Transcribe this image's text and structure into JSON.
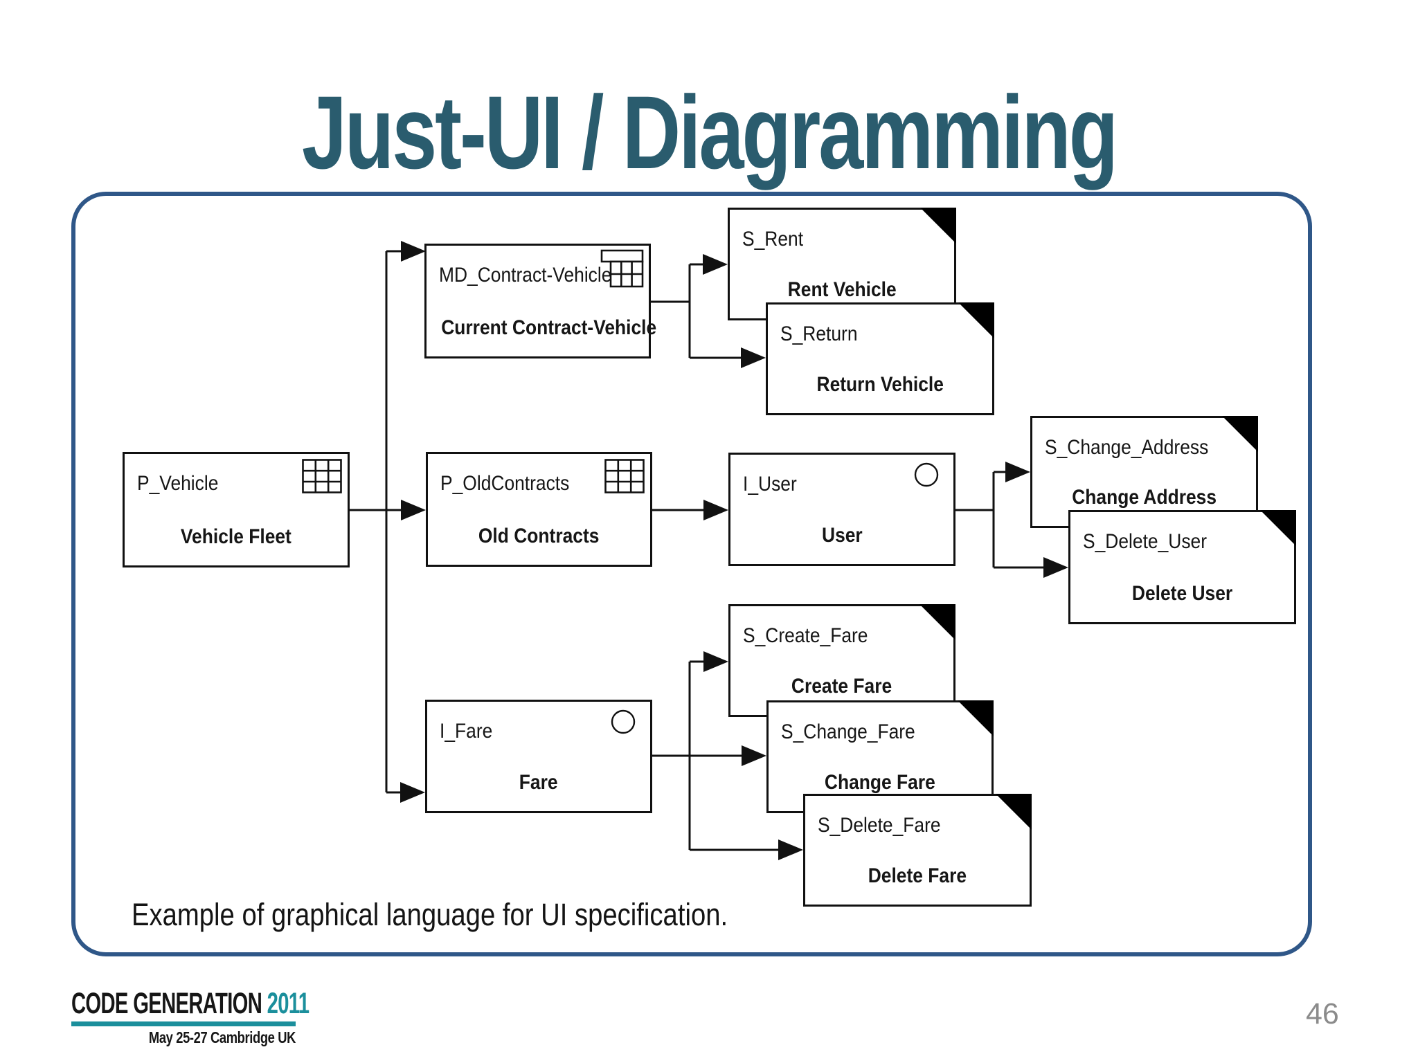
{
  "slide": {
    "title": "Just-UI / Diagramming",
    "caption": "Example of graphical language for UI specification.",
    "page_number": "46"
  },
  "logo": {
    "line1": "CODE GENERATION",
    "year": "2011",
    "line2": "May 25-27 Cambridge UK"
  },
  "colors": {
    "title_teal": "#2A5C6E",
    "frame_border_blue": "#2F5788",
    "logo_teal": "#1B8F9C",
    "diagram_ink": "#111111",
    "page_number_gray": "#8B8B8B"
  },
  "diagram": {
    "nodes": [
      {
        "id": "md_contract_vehicle",
        "name": "MD_Contract-Vehicle",
        "title": "Current Contract-Vehicle",
        "icon": "master-detail-table-icon"
      },
      {
        "id": "s_rent",
        "name": "S_Rent",
        "title": "Rent Vehicle",
        "icon": "folded-corner-icon"
      },
      {
        "id": "s_return",
        "name": "S_Return",
        "title": "Return Vehicle",
        "icon": "folded-corner-icon"
      },
      {
        "id": "p_vehicle",
        "name": "P_Vehicle",
        "title": "Vehicle Fleet",
        "icon": "table-grid-icon"
      },
      {
        "id": "p_oldcontracts",
        "name": "P_OldContracts",
        "title": "Old Contracts",
        "icon": "table-grid-icon"
      },
      {
        "id": "i_user",
        "name": "I_User",
        "title": "User",
        "icon": "instance-circle-icon"
      },
      {
        "id": "s_change_address",
        "name": "S_Change_Address",
        "title": "Change Address",
        "icon": "folded-corner-icon"
      },
      {
        "id": "s_delete_user",
        "name": "S_Delete_User",
        "title": "Delete User",
        "icon": "folded-corner-icon"
      },
      {
        "id": "i_fare",
        "name": "I_Fare",
        "title": "Fare",
        "icon": "instance-circle-icon"
      },
      {
        "id": "s_create_fare",
        "name": "S_Create_Fare",
        "title": "Create Fare",
        "icon": "folded-corner-icon"
      },
      {
        "id": "s_change_fare",
        "name": "S_Change_Fare",
        "title": "Change Fare",
        "icon": "folded-corner-icon"
      },
      {
        "id": "s_delete_fare",
        "name": "S_Delete_Fare",
        "title": "Delete Fare",
        "icon": "folded-corner-icon"
      }
    ],
    "edges": [
      {
        "from": "P_Vehicle",
        "to": "MD_Contract-Vehicle"
      },
      {
        "from": "P_Vehicle",
        "to": "P_OldContracts"
      },
      {
        "from": "P_Vehicle",
        "to": "I_Fare"
      },
      {
        "from": "MD_Contract-Vehicle",
        "to": "S_Rent"
      },
      {
        "from": "MD_Contract-Vehicle",
        "to": "S_Return"
      },
      {
        "from": "P_OldContracts",
        "to": "I_User"
      },
      {
        "from": "I_User",
        "to": "S_Change_Address"
      },
      {
        "from": "I_User",
        "to": "S_Delete_User"
      },
      {
        "from": "I_Fare",
        "to": "S_Create_Fare"
      },
      {
        "from": "I_Fare",
        "to": "S_Change_Fare"
      },
      {
        "from": "I_Fare",
        "to": "S_Delete_Fare"
      }
    ]
  }
}
